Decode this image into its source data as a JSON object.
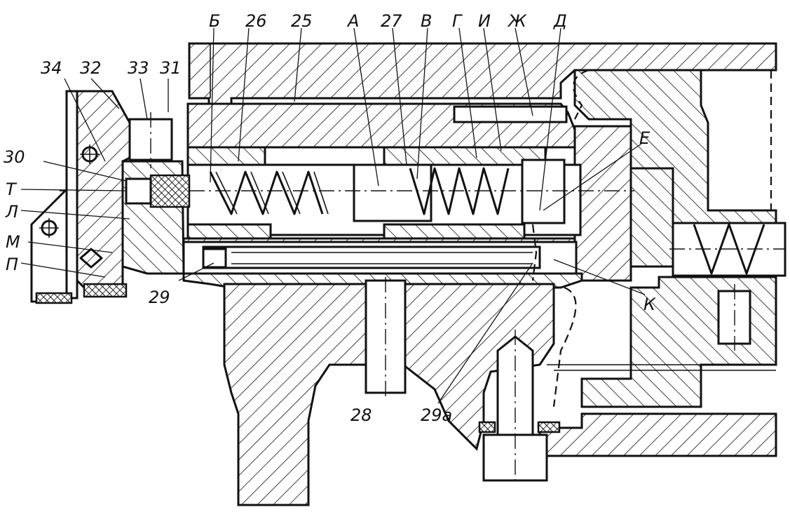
{
  "diagram": {
    "labels": {
      "l34": "34",
      "l32": "32",
      "l33": "33",
      "l31": "31",
      "lB6": "Б",
      "l26": "26",
      "l25": "25",
      "lA": "А",
      "l27": "27",
      "lV": "В",
      "lG": "Г",
      "lI": "И",
      "lZh": "Ж",
      "lD": "Д",
      "lE": "Е",
      "l30": "30",
      "lT": "Т",
      "lL": "Л",
      "lM": "М",
      "lP": "П",
      "l29": "29",
      "l28": "28",
      "l29a": "29а",
      "lK": "К"
    }
  }
}
